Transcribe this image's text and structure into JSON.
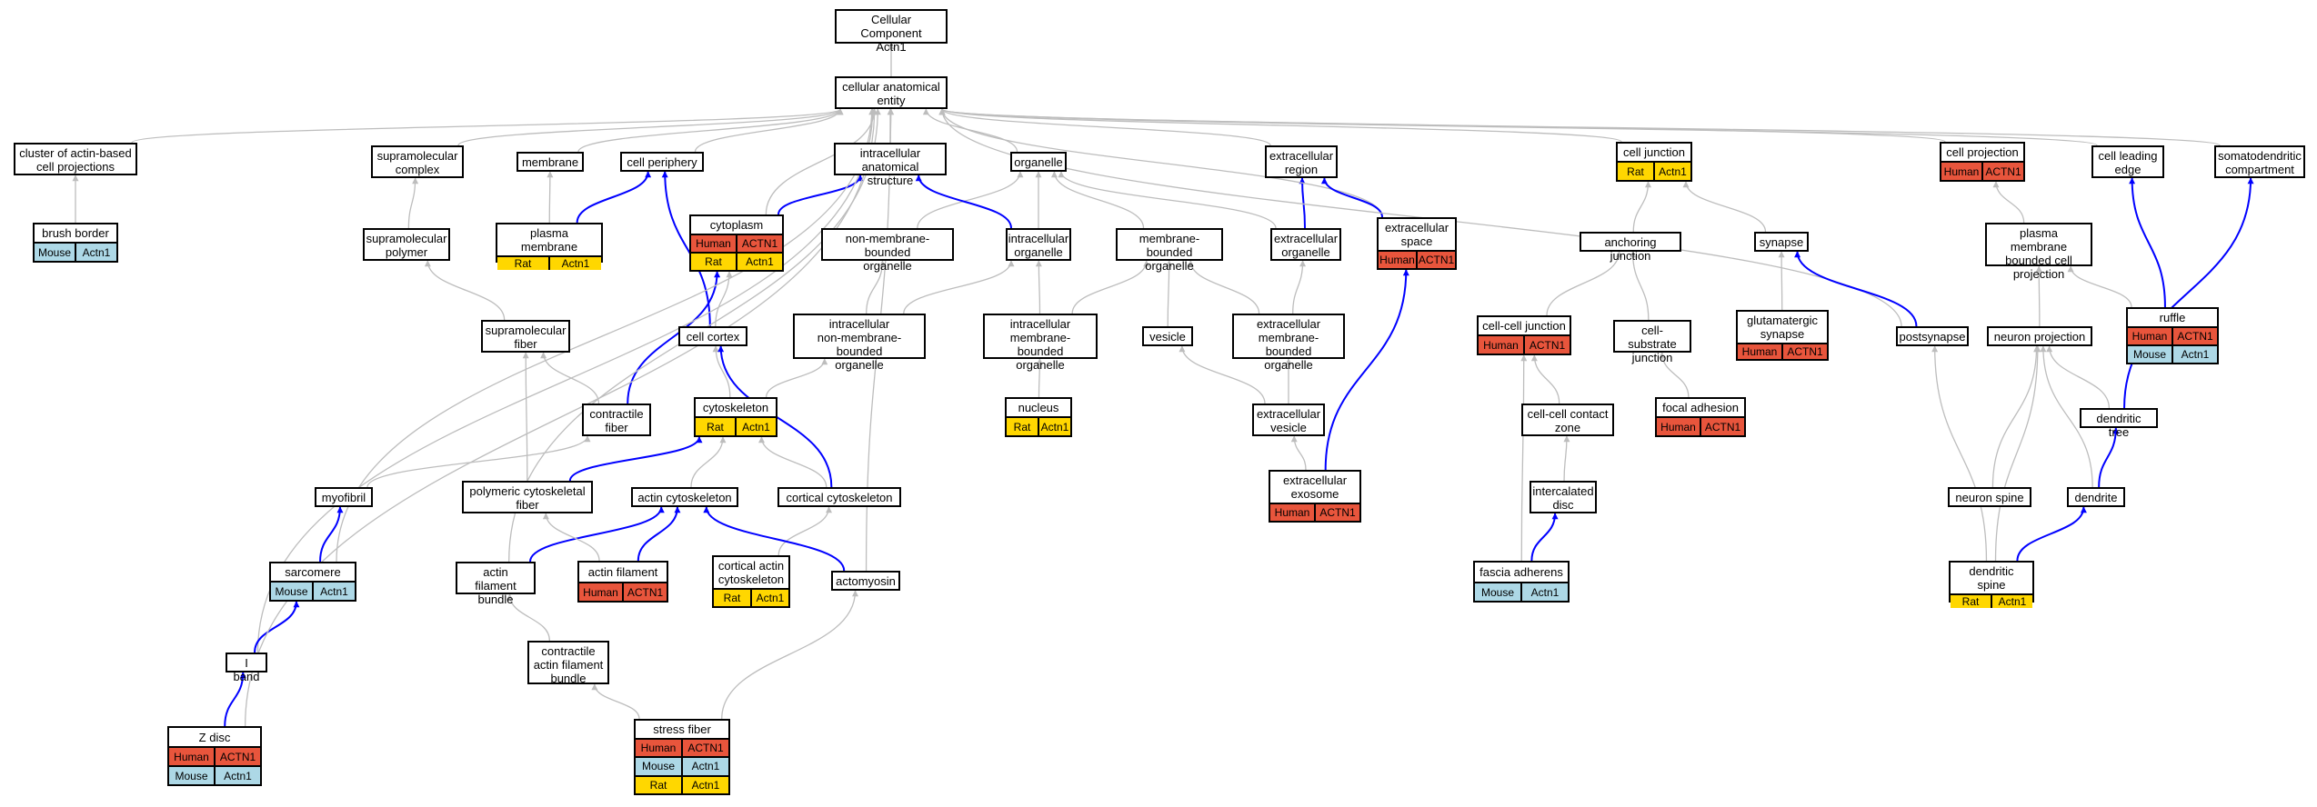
{
  "colors": {
    "Human": "#e8553c",
    "Mouse": "#add8e6",
    "Rat": "#ffd700",
    "gray_edge": "#bdbdbd",
    "blue_edge": "#0000ff"
  },
  "nodes": [
    {
      "id": "root",
      "label": "Cellular Component\nActn1",
      "ann": []
    },
    {
      "id": "cae",
      "label": "cellular anatomical\nentity",
      "ann": []
    },
    {
      "id": "cluster_actin",
      "label": "cluster of actin-based\ncell projections",
      "ann": []
    },
    {
      "id": "brush_border",
      "label": "brush border",
      "ann": [
        [
          "Mouse",
          "Actn1"
        ]
      ]
    },
    {
      "id": "supramol_complex",
      "label": "supramolecular\ncomplex",
      "ann": []
    },
    {
      "id": "membrane",
      "label": "membrane",
      "ann": []
    },
    {
      "id": "cell_periphery",
      "label": "cell periphery",
      "ann": []
    },
    {
      "id": "intracellular_as",
      "label": "intracellular\nanatomical structure",
      "ann": []
    },
    {
      "id": "organelle",
      "label": "organelle",
      "ann": []
    },
    {
      "id": "extracellular_region",
      "label": "extracellular\nregion",
      "ann": []
    },
    {
      "id": "cell_junction",
      "label": "cell junction",
      "ann": [
        [
          "Rat",
          "Actn1"
        ]
      ]
    },
    {
      "id": "cell_projection",
      "label": "cell projection",
      "ann": [
        [
          "Human",
          "ACTN1"
        ]
      ]
    },
    {
      "id": "cell_leading_edge",
      "label": "cell leading\nedge",
      "ann": []
    },
    {
      "id": "somatodendritic",
      "label": "somatodendritic\ncompartment",
      "ann": []
    },
    {
      "id": "supramol_polymer",
      "label": "supramolecular\npolymer",
      "ann": []
    },
    {
      "id": "plasma_membrane",
      "label": "plasma membrane",
      "ann": [
        [
          "Rat",
          "Actn1"
        ]
      ]
    },
    {
      "id": "cytoplasm",
      "label": "cytoplasm",
      "ann": [
        [
          "Human",
          "ACTN1"
        ],
        [
          "Rat",
          "Actn1"
        ]
      ]
    },
    {
      "id": "nonmem_organelle",
      "label": "non-membrane-bounded\norganelle",
      "ann": []
    },
    {
      "id": "intracellular_organelle",
      "label": "intracellular\norganelle",
      "ann": []
    },
    {
      "id": "mem_organelle",
      "label": "membrane-bounded\norganelle",
      "ann": []
    },
    {
      "id": "extracellular_organelle",
      "label": "extracellular\norganelle",
      "ann": []
    },
    {
      "id": "extracellular_space",
      "label": "extracellular\nspace",
      "ann": [
        [
          "Human",
          "ACTN1"
        ]
      ]
    },
    {
      "id": "anchoring_junction",
      "label": "anchoring junction",
      "ann": []
    },
    {
      "id": "synapse",
      "label": "synapse",
      "ann": []
    },
    {
      "id": "pm_bounded_proj",
      "label": "plasma membrane\nbounded cell\nprojection",
      "ann": []
    },
    {
      "id": "supramol_fiber",
      "label": "supramolecular\nfiber",
      "ann": []
    },
    {
      "id": "cell_cortex",
      "label": "cell cortex",
      "ann": []
    },
    {
      "id": "intracell_nonmem",
      "label": "intracellular\nnon-membrane-bounded\norganelle",
      "ann": []
    },
    {
      "id": "intracell_mem",
      "label": "intracellular\nmembrane-bounded\norganelle",
      "ann": []
    },
    {
      "id": "vesicle",
      "label": "vesicle",
      "ann": []
    },
    {
      "id": "extracell_mem",
      "label": "extracellular\nmembrane-bounded\norganelle",
      "ann": []
    },
    {
      "id": "cell_cell_junction",
      "label": "cell-cell junction",
      "ann": [
        [
          "Human",
          "ACTN1"
        ]
      ]
    },
    {
      "id": "cell_substrate",
      "label": "cell-substrate\njunction",
      "ann": []
    },
    {
      "id": "glutamatergic",
      "label": "glutamatergic\nsynapse",
      "ann": [
        [
          "Human",
          "ACTN1"
        ]
      ]
    },
    {
      "id": "postsynapse",
      "label": "postsynapse",
      "ann": []
    },
    {
      "id": "neuron_projection",
      "label": "neuron projection",
      "ann": []
    },
    {
      "id": "ruffle",
      "label": "ruffle",
      "ann": [
        [
          "Human",
          "ACTN1"
        ],
        [
          "Mouse",
          "Actn1"
        ]
      ]
    },
    {
      "id": "contractile_fiber",
      "label": "contractile\nfiber",
      "ann": []
    },
    {
      "id": "cytoskeleton",
      "label": "cytoskeleton",
      "ann": [
        [
          "Rat",
          "Actn1"
        ]
      ]
    },
    {
      "id": "nucleus",
      "label": "nucleus",
      "ann": [
        [
          "Rat",
          "Actn1"
        ]
      ]
    },
    {
      "id": "extracellular_vesicle",
      "label": "extracellular\nvesicle",
      "ann": []
    },
    {
      "id": "cell_cell_contact",
      "label": "cell-cell contact\nzone",
      "ann": []
    },
    {
      "id": "focal_adhesion",
      "label": "focal adhesion",
      "ann": [
        [
          "Human",
          "ACTN1"
        ]
      ]
    },
    {
      "id": "dendritic_tree",
      "label": "dendritic tree",
      "ann": []
    },
    {
      "id": "myofibril",
      "label": "myofibril",
      "ann": []
    },
    {
      "id": "polymeric_cyto",
      "label": "polymeric cytoskeletal\nfiber",
      "ann": []
    },
    {
      "id": "actin_cyto",
      "label": "actin cytoskeleton",
      "ann": []
    },
    {
      "id": "cortical_cyto",
      "label": "cortical cytoskeleton",
      "ann": []
    },
    {
      "id": "extracellular_exosome",
      "label": "extracellular\nexosome",
      "ann": [
        [
          "Human",
          "ACTN1"
        ]
      ]
    },
    {
      "id": "intercalated_disc",
      "label": "intercalated\ndisc",
      "ann": []
    },
    {
      "id": "neuron_spine",
      "label": "neuron spine",
      "ann": []
    },
    {
      "id": "dendrite",
      "label": "dendrite",
      "ann": []
    },
    {
      "id": "sarcomere",
      "label": "sarcomere",
      "ann": [
        [
          "Mouse",
          "Actn1"
        ]
      ]
    },
    {
      "id": "actin_filament_bundle",
      "label": "actin filament\nbundle",
      "ann": []
    },
    {
      "id": "actin_filament",
      "label": "actin filament",
      "ann": [
        [
          "Human",
          "ACTN1"
        ]
      ]
    },
    {
      "id": "cortical_actin_cyto",
      "label": "cortical actin\ncytoskeleton",
      "ann": [
        [
          "Rat",
          "Actn1"
        ]
      ]
    },
    {
      "id": "actomyosin",
      "label": "actomyosin",
      "ann": []
    },
    {
      "id": "fascia_adherens",
      "label": "fascia adherens",
      "ann": [
        [
          "Mouse",
          "Actn1"
        ]
      ]
    },
    {
      "id": "dendritic_spine",
      "label": "dendritic spine",
      "ann": [
        [
          "Rat",
          "Actn1"
        ]
      ]
    },
    {
      "id": "i_band",
      "label": "I band",
      "ann": []
    },
    {
      "id": "contractile_afb",
      "label": "contractile\nactin filament\nbundle",
      "ann": []
    },
    {
      "id": "z_disc",
      "label": "Z disc",
      "ann": [
        [
          "Human",
          "ACTN1"
        ],
        [
          "Mouse",
          "Actn1"
        ]
      ]
    },
    {
      "id": "stress_fiber",
      "label": "stress fiber",
      "ann": [
        [
          "Human",
          "ACTN1"
        ],
        [
          "Mouse",
          "Actn1"
        ],
        [
          "Rat",
          "Actn1"
        ]
      ]
    }
  ],
  "edges": [
    [
      "cae",
      "root",
      "g"
    ],
    [
      "cluster_actin",
      "cae",
      "g"
    ],
    [
      "brush_border",
      "cluster_actin",
      "g"
    ],
    [
      "supramol_complex",
      "cae",
      "g"
    ],
    [
      "membrane",
      "cae",
      "g"
    ],
    [
      "cell_periphery",
      "cae",
      "g"
    ],
    [
      "intracellular_as",
      "cae",
      "g"
    ],
    [
      "organelle",
      "cae",
      "g"
    ],
    [
      "extracellular_region",
      "cae",
      "g"
    ],
    [
      "cell_junction",
      "cae",
      "g"
    ],
    [
      "cell_projection",
      "cae",
      "g"
    ],
    [
      "cell_leading_edge",
      "cae",
      "g"
    ],
    [
      "somatodendritic",
      "cae",
      "g"
    ],
    [
      "supramol_polymer",
      "supramol_complex",
      "g"
    ],
    [
      "plasma_membrane",
      "membrane",
      "g"
    ],
    [
      "plasma_membrane",
      "cell_periphery",
      "b"
    ],
    [
      "cytoplasm",
      "cae",
      "g"
    ],
    [
      "cytoplasm",
      "intracellular_as",
      "b"
    ],
    [
      "nonmem_organelle",
      "organelle",
      "g"
    ],
    [
      "intracellular_organelle",
      "organelle",
      "g"
    ],
    [
      "intracellular_organelle",
      "intracellular_as",
      "b"
    ],
    [
      "mem_organelle",
      "organelle",
      "g"
    ],
    [
      "extracellular_organelle",
      "organelle",
      "g"
    ],
    [
      "extracellular_organelle",
      "extracellular_region",
      "b"
    ],
    [
      "extracellular_space",
      "cae",
      "g"
    ],
    [
      "extracellular_space",
      "extracellular_region",
      "b"
    ],
    [
      "anchoring_junction",
      "cell_junction",
      "g"
    ],
    [
      "synapse",
      "cell_junction",
      "g"
    ],
    [
      "pm_bounded_proj",
      "cell_projection",
      "g"
    ],
    [
      "supramol_fiber",
      "supramol_polymer",
      "g"
    ],
    [
      "cell_cortex",
      "cytoplasm",
      "g"
    ],
    [
      "cell_cortex",
      "cell_periphery",
      "b"
    ],
    [
      "intracell_nonmem",
      "nonmem_organelle",
      "g"
    ],
    [
      "intracell_nonmem",
      "intracellular_organelle",
      "g"
    ],
    [
      "intracell_mem",
      "intracellular_organelle",
      "g"
    ],
    [
      "intracell_mem",
      "mem_organelle",
      "g"
    ],
    [
      "vesicle",
      "mem_organelle",
      "g"
    ],
    [
      "extracell_mem",
      "mem_organelle",
      "g"
    ],
    [
      "extracell_mem",
      "extracellular_organelle",
      "g"
    ],
    [
      "cell_cell_junction",
      "anchoring_junction",
      "g"
    ],
    [
      "cell_substrate",
      "anchoring_junction",
      "g"
    ],
    [
      "glutamatergic",
      "synapse",
      "g"
    ],
    [
      "postsynapse",
      "cae",
      "g"
    ],
    [
      "postsynapse",
      "synapse",
      "b"
    ],
    [
      "neuron_projection",
      "pm_bounded_proj",
      "g"
    ],
    [
      "ruffle",
      "pm_bounded_proj",
      "g"
    ],
    [
      "ruffle",
      "cell_leading_edge",
      "b"
    ],
    [
      "contractile_fiber",
      "supramol_fiber",
      "g"
    ],
    [
      "contractile_fiber",
      "cytoplasm",
      "b"
    ],
    [
      "cytoskeleton",
      "intracell_nonmem",
      "g"
    ],
    [
      "cytoskeleton",
      "cell_cortex",
      "g"
    ],
    [
      "nucleus",
      "intracell_mem",
      "g"
    ],
    [
      "extracellular_vesicle",
      "vesicle",
      "g"
    ],
    [
      "extracellular_vesicle",
      "extracell_mem",
      "g"
    ],
    [
      "cell_cell_contact",
      "cell_cell_junction",
      "g"
    ],
    [
      "focal_adhesion",
      "cell_substrate",
      "g"
    ],
    [
      "dendritic_tree",
      "neuron_projection",
      "g"
    ],
    [
      "dendritic_tree",
      "somatodendritic",
      "b"
    ],
    [
      "myofibril",
      "contractile_fiber",
      "g"
    ],
    [
      "polymeric_cyto",
      "supramol_fiber",
      "g"
    ],
    [
      "polymeric_cyto",
      "cytoskeleton",
      "b"
    ],
    [
      "actin_cyto",
      "cytoskeleton",
      "g"
    ],
    [
      "cortical_cyto",
      "cytoskeleton",
      "g"
    ],
    [
      "cortical_cyto",
      "cell_cortex",
      "b"
    ],
    [
      "extracellular_exosome",
      "extracellular_vesicle",
      "g"
    ],
    [
      "extracellular_exosome",
      "extracellular_space",
      "b"
    ],
    [
      "intercalated_disc",
      "cell_cell_contact",
      "g"
    ],
    [
      "neuron_spine",
      "neuron_projection",
      "g"
    ],
    [
      "dendrite",
      "neuron_projection",
      "g"
    ],
    [
      "dendrite",
      "dendritic_tree",
      "b"
    ],
    [
      "sarcomere",
      "cae",
      "g"
    ],
    [
      "sarcomere",
      "myofibril",
      "b"
    ],
    [
      "actin_filament_bundle",
      "cae",
      "g"
    ],
    [
      "actin_filament_bundle",
      "actin_cyto",
      "b"
    ],
    [
      "actin_filament",
      "polymeric_cyto",
      "g"
    ],
    [
      "actin_filament",
      "actin_cyto",
      "b"
    ],
    [
      "cortical_actin_cyto",
      "cortical_cyto",
      "g"
    ],
    [
      "actomyosin",
      "cae",
      "g"
    ],
    [
      "actomyosin",
      "actin_cyto",
      "b"
    ],
    [
      "fascia_adherens",
      "cell_cell_junction",
      "g"
    ],
    [
      "fascia_adherens",
      "intercalated_disc",
      "b"
    ],
    [
      "dendritic_spine",
      "neuron_projection",
      "g"
    ],
    [
      "dendritic_spine",
      "postsynapse",
      "g"
    ],
    [
      "dendritic_spine",
      "dendrite",
      "b"
    ],
    [
      "i_band",
      "cae",
      "g"
    ],
    [
      "i_band",
      "sarcomere",
      "b"
    ],
    [
      "contractile_afb",
      "actin_filament_bundle",
      "g"
    ],
    [
      "z_disc",
      "cae",
      "g"
    ],
    [
      "z_disc",
      "i_band",
      "b"
    ],
    [
      "stress_fiber",
      "contractile_afb",
      "g"
    ],
    [
      "stress_fiber",
      "actomyosin",
      "g"
    ]
  ]
}
